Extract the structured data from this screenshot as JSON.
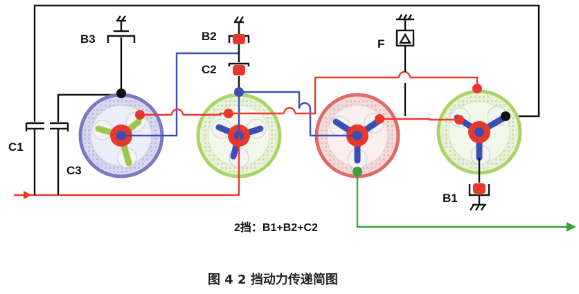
{
  "labels": {
    "b3": "B3",
    "b2": "B2",
    "c2": "C2",
    "f": "F",
    "c1": "C1",
    "c3": "C3",
    "b1": "B1"
  },
  "gear_state": "2挡：B1+B2+C2",
  "caption": "图 4  2 挡动力传递简图",
  "colors": {
    "power_path": "#e8382e",
    "output": "#3aa03a",
    "linkage": "#3a4fb5",
    "frame": "#111111",
    "gear_purple": "#7a78c4",
    "gear_green": "#a8d46a",
    "gear_red": "#e06a6a",
    "brake_red": "#e8382e"
  }
}
